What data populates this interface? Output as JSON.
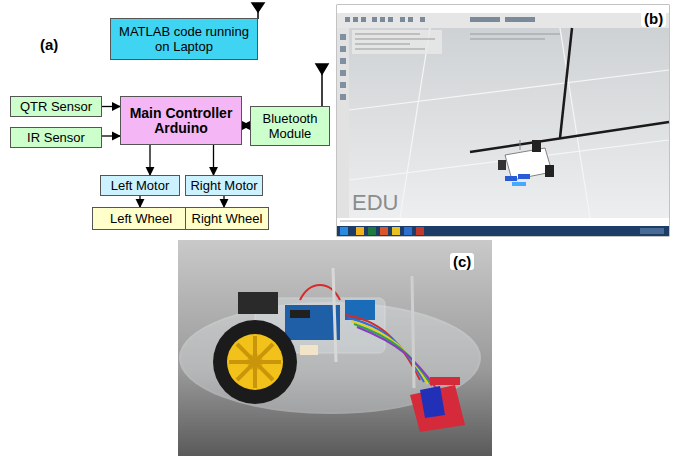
{
  "diagram": {
    "nodes": [
      {
        "text": [
          "MATLAB code running on Laptop"
        ]
      },
      {
        "text": [
          "QTR Sensor"
        ]
      },
      {
        "text": [
          "IR Sensor"
        ]
      },
      {
        "text": [
          "Main Controller Arduino"
        ]
      },
      {
        "text": [
          "Bluetooth Module"
        ]
      },
      {
        "text": [
          "Left Motor"
        ]
      },
      {
        "text": [
          "Right Motor"
        ]
      },
      {
        "text": [
          "Left Wheel"
        ]
      },
      {
        "text": [
          "Right Wheel"
        ]
      }
    ],
    "edges": [
      {
        "from": 1,
        "to": 3,
        "arrow": "to"
      },
      {
        "from": 2,
        "to": 3,
        "arrow": "to"
      },
      {
        "from": 3,
        "to": 4,
        "arrow": "both"
      },
      {
        "from": 3,
        "to": 5,
        "arrow": "to"
      },
      {
        "from": 3,
        "to": 6,
        "arrow": "to"
      },
      {
        "from": 5,
        "to": 7,
        "arrow": "to"
      },
      {
        "from": 6,
        "to": 8,
        "arrow": "to"
      }
    ],
    "labels": [
      "(a)",
      "(b)",
      "(c)",
      "EDU"
    ]
  }
}
